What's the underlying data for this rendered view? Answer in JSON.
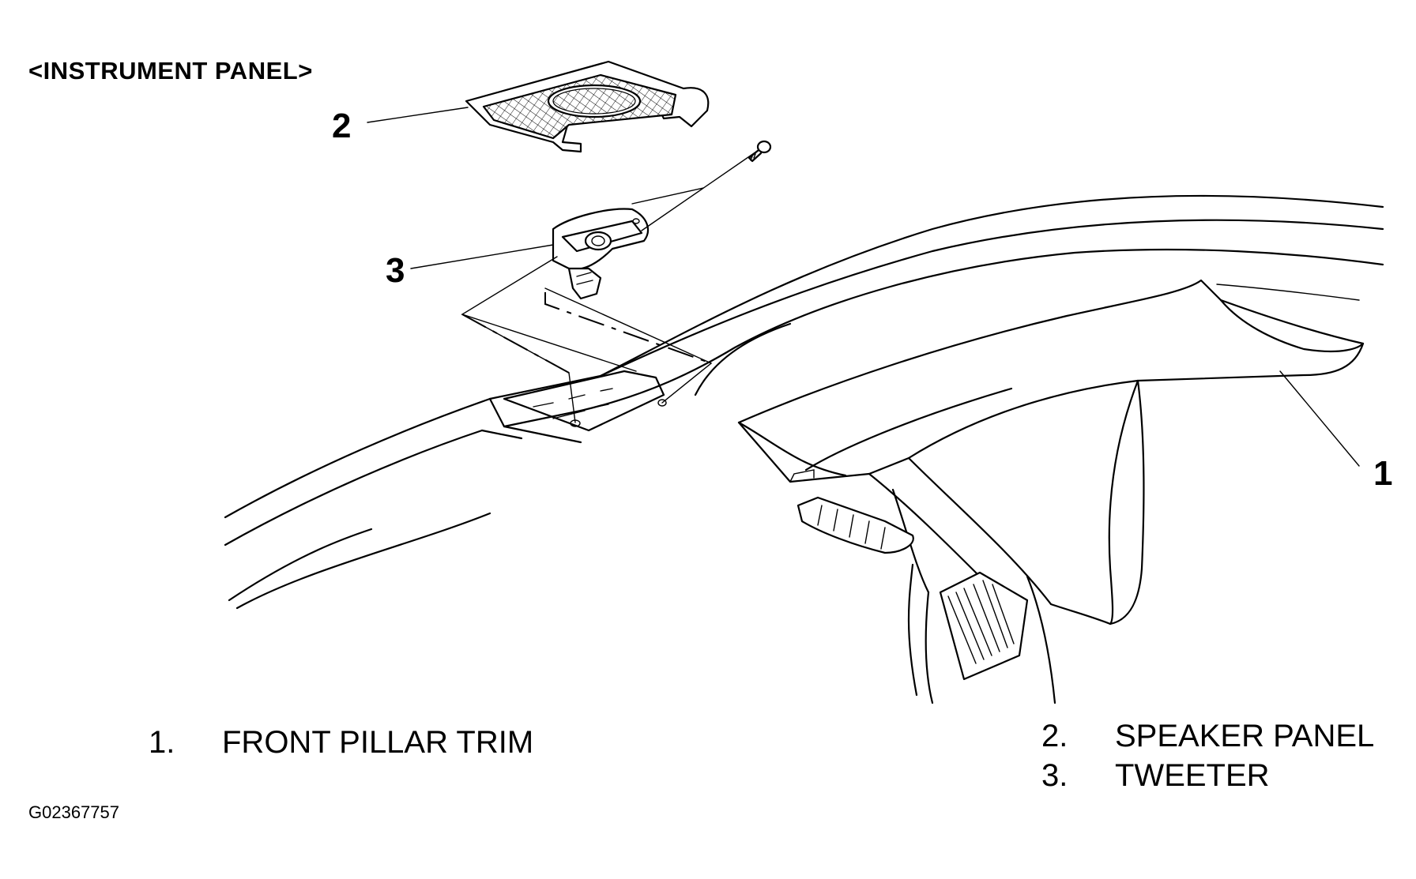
{
  "title": "<INSTRUMENT PANEL>",
  "callouts": {
    "c1": "1",
    "c2": "2",
    "c3": "3"
  },
  "legend": [
    {
      "num": "1.",
      "label": "FRONT PILLAR TRIM"
    },
    {
      "num": "2.",
      "label": "SPEAKER PANEL"
    },
    {
      "num": "3.",
      "label": "TWEETER"
    }
  ],
  "figure_id": "G02367757"
}
